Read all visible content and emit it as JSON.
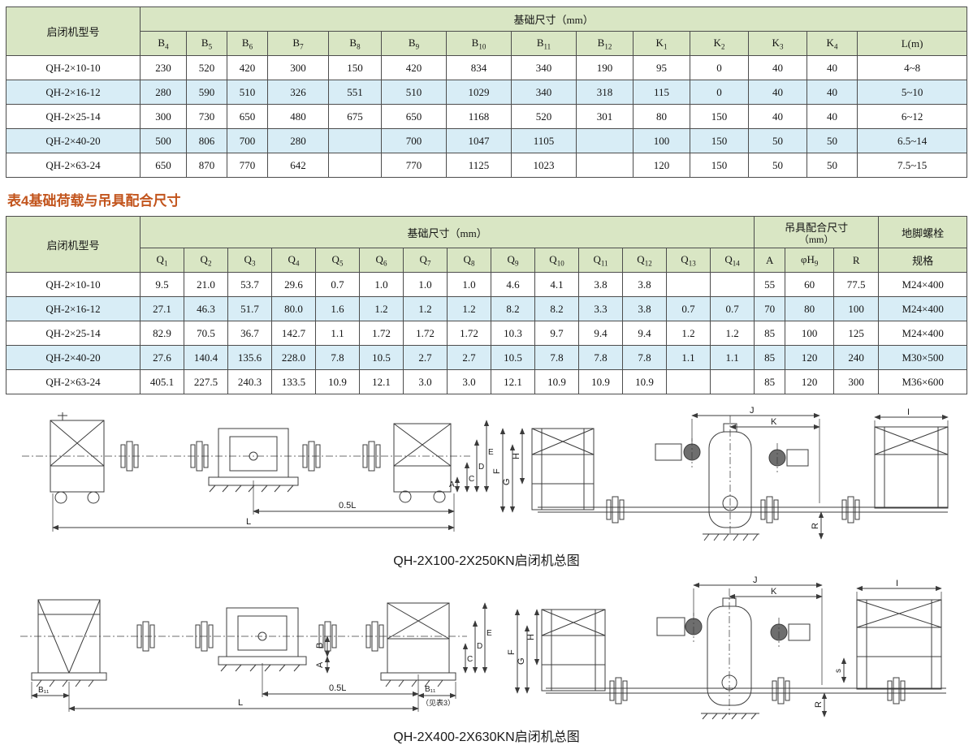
{
  "table4_title": "表4基础荷载与吊具配合尺寸",
  "table1": {
    "header": [
      [
        {
          "t": "启闭机型号",
          "rs": 2,
          "n": "model-column-header"
        },
        {
          "t": "基础尺寸（mm）",
          "cs": 14,
          "n": "group-header-foundation"
        }
      ],
      [
        {
          "t": "B",
          "s": "4"
        },
        {
          "t": "B",
          "s": "5"
        },
        {
          "t": "B",
          "s": "6"
        },
        {
          "t": "B",
          "s": "7"
        },
        {
          "t": "B",
          "s": "8"
        },
        {
          "t": "B",
          "s": "9"
        },
        {
          "t": "B",
          "s": "10"
        },
        {
          "t": "B",
          "s": "11"
        },
        {
          "t": "B",
          "s": "12"
        },
        {
          "t": "K",
          "s": "1"
        },
        {
          "t": "K",
          "s": "2"
        },
        {
          "t": "K",
          "s": "3"
        },
        {
          "t": "K",
          "s": "4"
        },
        {
          "t": "L(m)"
        }
      ]
    ],
    "rows": [
      {
        "model": "QH-2×10-10",
        "values": [
          "230",
          "520",
          "420",
          "300",
          "150",
          "420",
          "834",
          "340",
          "190",
          "95",
          "0",
          "40",
          "40",
          "4~8"
        ]
      },
      {
        "model": "QH-2×16-12",
        "values": [
          "280",
          "590",
          "510",
          "326",
          "551",
          "510",
          "1029",
          "340",
          "318",
          "115",
          "0",
          "40",
          "40",
          "5~10"
        ]
      },
      {
        "model": "QH-2×25-14",
        "values": [
          "300",
          "730",
          "650",
          "480",
          "675",
          "650",
          "1168",
          "520",
          "301",
          "80",
          "150",
          "40",
          "40",
          "6~12"
        ]
      },
      {
        "model": "QH-2×40-20",
        "values": [
          "500",
          "806",
          "700",
          "280",
          "",
          "700",
          "1047",
          "1105",
          "",
          "100",
          "150",
          "50",
          "50",
          "6.5~14"
        ]
      },
      {
        "model": "QH-2×63-24",
        "values": [
          "650",
          "870",
          "770",
          "642",
          "",
          "770",
          "1125",
          "1023",
          "",
          "120",
          "150",
          "50",
          "50",
          "7.5~15"
        ]
      }
    ]
  },
  "table2": {
    "header": [
      [
        {
          "t": "启闭机型号",
          "rs": 2,
          "n": "model-column-header"
        },
        {
          "t": "基础尺寸（mm）",
          "cs": 14,
          "n": "group-header-foundation"
        },
        {
          "t": "吊具配合尺寸",
          "t2": "（mm）",
          "cs": 3,
          "n": "group-header-lifting-fit"
        },
        {
          "t": "地脚螺栓",
          "n": "group-header-anchor-bolt"
        }
      ],
      [
        {
          "t": "Q",
          "s": "1"
        },
        {
          "t": "Q",
          "s": "2"
        },
        {
          "t": "Q",
          "s": "3"
        },
        {
          "t": "Q",
          "s": "4"
        },
        {
          "t": "Q",
          "s": "5"
        },
        {
          "t": "Q",
          "s": "6"
        },
        {
          "t": "Q",
          "s": "7"
        },
        {
          "t": "Q",
          "s": "8"
        },
        {
          "t": "Q",
          "s": "9"
        },
        {
          "t": "Q",
          "s": "10"
        },
        {
          "t": "Q",
          "s": "11"
        },
        {
          "t": "Q",
          "s": "12"
        },
        {
          "t": "Q",
          "s": "13"
        },
        {
          "t": "Q",
          "s": "14"
        },
        {
          "t": "A"
        },
        {
          "t": "φH",
          "s": "9"
        },
        {
          "t": "R"
        },
        {
          "t": "规格"
        }
      ]
    ],
    "rows": [
      {
        "model": "QH-2×10-10",
        "values": [
          "9.5",
          "21.0",
          "53.7",
          "29.6",
          "0.7",
          "1.0",
          "1.0",
          "1.0",
          "4.6",
          "4.1",
          "3.8",
          "3.8",
          "",
          "",
          "55",
          "60",
          "77.5",
          "M24×400"
        ]
      },
      {
        "model": "QH-2×16-12",
        "values": [
          "27.1",
          "46.3",
          "51.7",
          "80.0",
          "1.6",
          "1.2",
          "1.2",
          "1.2",
          "8.2",
          "8.2",
          "3.3",
          "3.8",
          "0.7",
          "0.7",
          "70",
          "80",
          "100",
          "M24×400"
        ]
      },
      {
        "model": "QH-2×25-14",
        "values": [
          "82.9",
          "70.5",
          "36.7",
          "142.7",
          "1.1",
          "1.72",
          "1.72",
          "1.72",
          "10.3",
          "9.7",
          "9.4",
          "9.4",
          "1.2",
          "1.2",
          "85",
          "100",
          "125",
          "M24×400"
        ]
      },
      {
        "model": "QH-2×40-20",
        "values": [
          "27.6",
          "140.4",
          "135.6",
          "228.0",
          "7.8",
          "10.5",
          "2.7",
          "2.7",
          "10.5",
          "7.8",
          "7.8",
          "7.8",
          "1.1",
          "1.1",
          "85",
          "120",
          "240",
          "M30×500"
        ]
      },
      {
        "model": "QH-2×63-24",
        "values": [
          "405.1",
          "227.5",
          "240.3",
          "133.5",
          "10.9",
          "12.1",
          "3.0",
          "3.0",
          "12.1",
          "10.9",
          "10.9",
          "10.9",
          "",
          "",
          "85",
          "120",
          "300",
          "M36×600"
        ]
      }
    ]
  },
  "drawing1": {
    "caption": "QH-2X100-2X250KN启闭机总图",
    "dims": {
      "halfL": "0.5L",
      "L": "L",
      "A": "A",
      "C": "C",
      "D": "D",
      "E": "E",
      "F": "F",
      "G": "G",
      "H": "H",
      "I": "I",
      "J": "J",
      "K": "K",
      "R": "R"
    }
  },
  "drawing2": {
    "caption": "QH-2X400-2X630KN启闭机总图",
    "dims": {
      "halfL": "0.5L",
      "L": "L",
      "A": "A",
      "B": "B",
      "B11_left": "B₁₁",
      "B11_right": "B₁₁",
      "note": "（见表3）",
      "C": "C",
      "D": "D",
      "E": "E",
      "F": "F",
      "G": "G",
      "H": "H",
      "I": "I",
      "J": "J",
      "K": "K",
      "R": "R",
      "S": "s"
    }
  }
}
